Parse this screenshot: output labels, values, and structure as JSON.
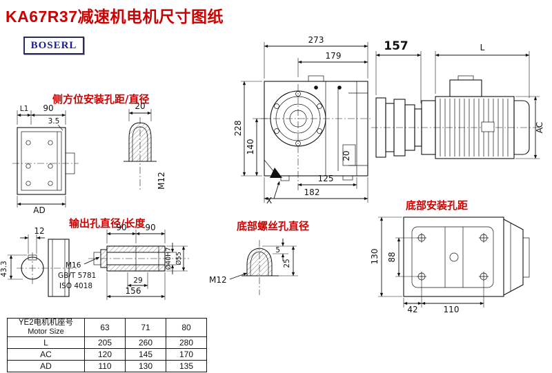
{
  "title": "KA67R37减速机电机尺寸图纸",
  "logo": "BOSERL",
  "labels": {
    "side_mount": "侧方位安装孔距/直径",
    "output_hole": "输出孔直径/长度",
    "bottom_screw": "底部螺丝孔直径",
    "bottom_mount": "底部安装孔距"
  },
  "main_view": {
    "d273": "273",
    "d179": "179",
    "d228": "228",
    "d140": "140",
    "d125": "125",
    "d182": "182",
    "d20": "20",
    "x_mark": "X"
  },
  "motor_view": {
    "d157": "157",
    "dL": "L",
    "dAC": "AC"
  },
  "side_view": {
    "dL1": "L1",
    "d90": "90",
    "d35": "3.5",
    "dAD": "AD"
  },
  "side_hole": {
    "d20": "20",
    "m12": "M12"
  },
  "shaft_end": {
    "d12": "12",
    "d433": "43.3"
  },
  "output_view": {
    "d90a": "90",
    "d90b": "90",
    "m16": "M16",
    "gb": "GB/T 5781",
    "iso": "ISO 4018",
    "d29": "29",
    "d156": "156",
    "d40": "Ø40H7",
    "d55": "Ø55"
  },
  "screw_view": {
    "m12": "M12",
    "d5": "5",
    "d25": "25"
  },
  "bottom_view": {
    "d130": "130",
    "d88": "88",
    "d42": "42",
    "d110": "110"
  },
  "table": {
    "size_label_cn": "YE2电机机座号",
    "size_label_en": "Motor Size",
    "headers": [
      "63",
      "71",
      "80"
    ],
    "rows": [
      {
        "label": "L",
        "values": [
          "205",
          "260",
          "280"
        ]
      },
      {
        "label": "AC",
        "values": [
          "120",
          "145",
          "170"
        ]
      },
      {
        "label": "AD",
        "values": [
          "110",
          "130",
          "135"
        ]
      }
    ]
  },
  "colors": {
    "accent_red": "#cc0000",
    "logo_blue": "#1a1a9c"
  }
}
